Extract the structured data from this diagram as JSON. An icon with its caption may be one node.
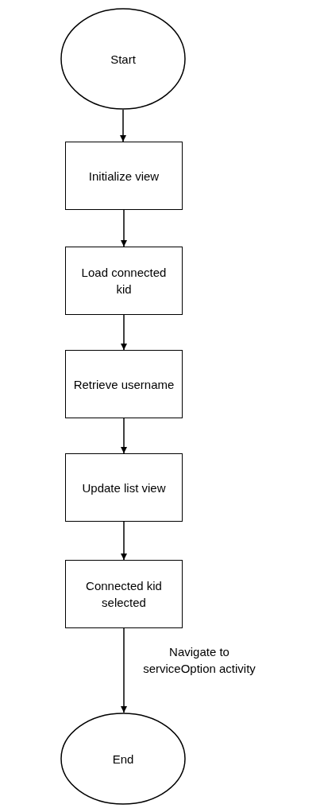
{
  "diagram": {
    "nodes": [
      {
        "text": [
          "Start"
        ]
      },
      {
        "text": [
          "Initialize view"
        ]
      },
      {
        "text": [
          "Load connected kid"
        ]
      },
      {
        "text": [
          "Retrieve username"
        ]
      },
      {
        "text": [
          "Update list view"
        ]
      },
      {
        "text": [
          "Connected kid selected"
        ]
      },
      {
        "text": [
          "End"
        ]
      }
    ],
    "edges": [
      {
        "from": 0,
        "to": 1,
        "arrow": "to"
      },
      {
        "from": 1,
        "to": 2,
        "arrow": "to"
      },
      {
        "from": 2,
        "to": 3,
        "arrow": "to"
      },
      {
        "from": 3,
        "to": 4,
        "arrow": "to"
      },
      {
        "from": 4,
        "to": 5,
        "arrow": "to"
      },
      {
        "from": 5,
        "to": 6,
        "arrow": "to",
        "label": "Navigate to serviceOption activity"
      }
    ]
  }
}
